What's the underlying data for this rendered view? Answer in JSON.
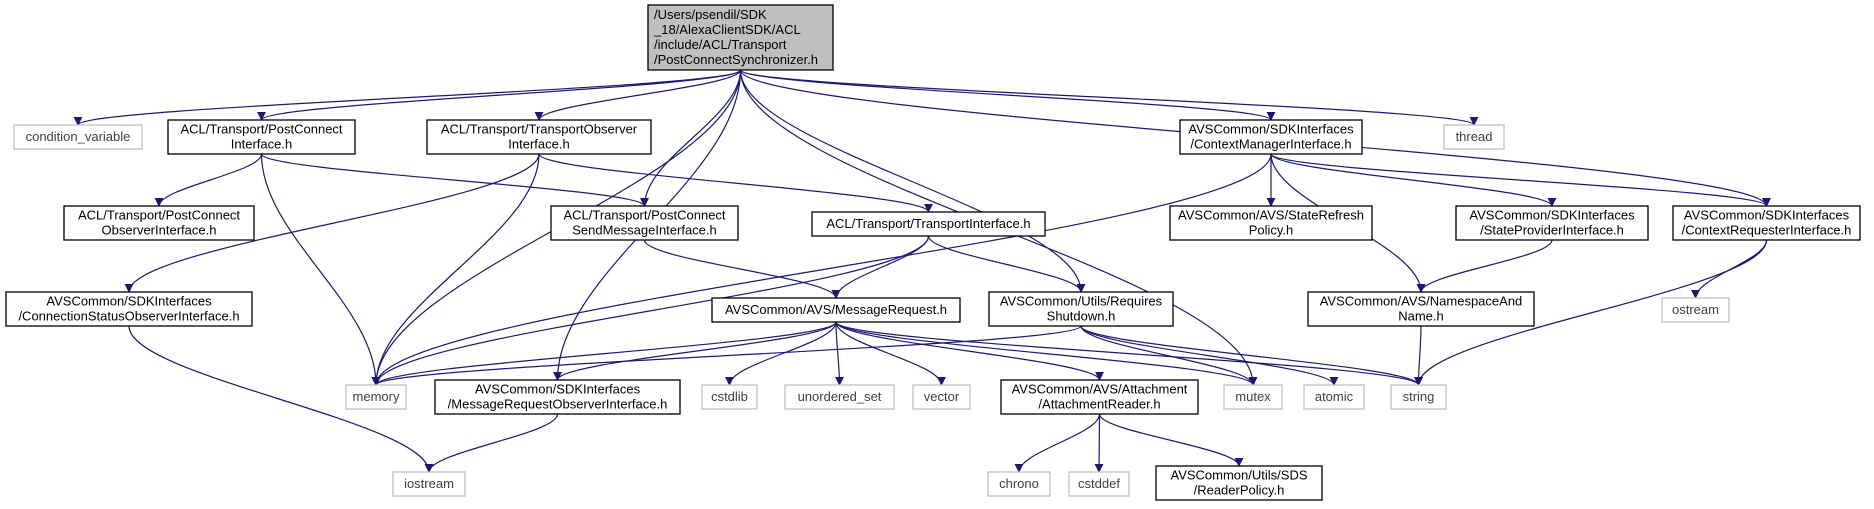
{
  "root": "n_root",
  "nodes": [
    {
      "id": "n_root",
      "kind": "root",
      "lines": [
        "/Users/psendil/SDK",
        "_18/AlexaClientSDK/ACL",
        "/include/ACL/Transport",
        "/PostConnectSynchronizer.h"
      ]
    },
    {
      "id": "n_condvar",
      "kind": "system",
      "lines": [
        "condition_variable"
      ]
    },
    {
      "id": "n_pci",
      "kind": "header",
      "lines": [
        "ACL/Transport/PostConnect",
        "Interface.h"
      ]
    },
    {
      "id": "n_toi",
      "kind": "header",
      "lines": [
        "ACL/Transport/TransportObserver",
        "Interface.h"
      ]
    },
    {
      "id": "n_cmi",
      "kind": "header",
      "lines": [
        "AVSCommon/SDKInterfaces",
        "/ContextManagerInterface.h"
      ]
    },
    {
      "id": "n_thread",
      "kind": "system",
      "lines": [
        "thread"
      ]
    },
    {
      "id": "n_pcoi",
      "kind": "header",
      "lines": [
        "ACL/Transport/PostConnect",
        "ObserverInterface.h"
      ]
    },
    {
      "id": "n_pcsmi",
      "kind": "header",
      "lines": [
        "ACL/Transport/PostConnect",
        "SendMessageInterface.h"
      ]
    },
    {
      "id": "n_ti",
      "kind": "header",
      "lines": [
        "ACL/Transport/TransportInterface.h"
      ]
    },
    {
      "id": "n_srp",
      "kind": "header",
      "lines": [
        "AVSCommon/AVS/StateRefresh",
        "Policy.h"
      ]
    },
    {
      "id": "n_spi",
      "kind": "header",
      "lines": [
        "AVSCommon/SDKInterfaces",
        "/StateProviderInterface.h"
      ]
    },
    {
      "id": "n_cri",
      "kind": "header",
      "lines": [
        "AVSCommon/SDKInterfaces",
        "/ContextRequesterInterface.h"
      ]
    },
    {
      "id": "n_csoi",
      "kind": "header",
      "lines": [
        "AVSCommon/SDKInterfaces",
        "/ConnectionStatusObserverInterface.h"
      ]
    },
    {
      "id": "n_mr",
      "kind": "header",
      "lines": [
        "AVSCommon/AVS/MessageRequest.h"
      ]
    },
    {
      "id": "n_rs",
      "kind": "header",
      "lines": [
        "AVSCommon/Utils/Requires",
        "Shutdown.h"
      ]
    },
    {
      "id": "n_nan",
      "kind": "header",
      "lines": [
        "AVSCommon/AVS/NamespaceAnd",
        "Name.h"
      ]
    },
    {
      "id": "n_ostream",
      "kind": "system",
      "lines": [
        "ostream"
      ]
    },
    {
      "id": "n_memory",
      "kind": "system",
      "lines": [
        "memory"
      ]
    },
    {
      "id": "n_mroi",
      "kind": "header",
      "lines": [
        "AVSCommon/SDKInterfaces",
        "/MessageRequestObserverInterface.h"
      ]
    },
    {
      "id": "n_cstdlib",
      "kind": "system",
      "lines": [
        "cstdlib"
      ]
    },
    {
      "id": "n_uset",
      "kind": "system",
      "lines": [
        "unordered_set"
      ]
    },
    {
      "id": "n_vector",
      "kind": "system",
      "lines": [
        "vector"
      ]
    },
    {
      "id": "n_ar",
      "kind": "header",
      "lines": [
        "AVSCommon/AVS/Attachment",
        "/AttachmentReader.h"
      ]
    },
    {
      "id": "n_mutex",
      "kind": "system",
      "lines": [
        "mutex"
      ]
    },
    {
      "id": "n_atomic",
      "kind": "system",
      "lines": [
        "atomic"
      ]
    },
    {
      "id": "n_string",
      "kind": "system",
      "lines": [
        "string"
      ]
    },
    {
      "id": "n_iostream",
      "kind": "system",
      "lines": [
        "iostream"
      ]
    },
    {
      "id": "n_chrono",
      "kind": "system",
      "lines": [
        "chrono"
      ]
    },
    {
      "id": "n_cstddef",
      "kind": "system",
      "lines": [
        "cstddef"
      ]
    },
    {
      "id": "n_rp",
      "kind": "header",
      "lines": [
        "AVSCommon/Utils/SDS",
        "/ReaderPolicy.h"
      ]
    }
  ],
  "edges": [
    [
      "n_root",
      "n_condvar"
    ],
    [
      "n_root",
      "n_pci"
    ],
    [
      "n_root",
      "n_memory"
    ],
    [
      "n_root",
      "n_toi"
    ],
    [
      "n_root",
      "n_mroi"
    ],
    [
      "n_root",
      "n_pcsmi"
    ],
    [
      "n_root",
      "n_rs"
    ],
    [
      "n_root",
      "n_mutex"
    ],
    [
      "n_root",
      "n_cmi"
    ],
    [
      "n_root",
      "n_cri"
    ],
    [
      "n_root",
      "n_thread"
    ],
    [
      "n_pci",
      "n_pcoi"
    ],
    [
      "n_pci",
      "n_pcsmi"
    ],
    [
      "n_pci",
      "n_memory"
    ],
    [
      "n_toi",
      "n_csoi"
    ],
    [
      "n_toi",
      "n_memory"
    ],
    [
      "n_toi",
      "n_ti"
    ],
    [
      "n_pcsmi",
      "n_mr"
    ],
    [
      "n_ti",
      "n_memory"
    ],
    [
      "n_ti",
      "n_mr"
    ],
    [
      "n_ti",
      "n_rs"
    ],
    [
      "n_cmi",
      "n_memory"
    ],
    [
      "n_cmi",
      "n_srp"
    ],
    [
      "n_cmi",
      "n_nan"
    ],
    [
      "n_cmi",
      "n_spi"
    ],
    [
      "n_cmi",
      "n_cri"
    ],
    [
      "n_spi",
      "n_nan"
    ],
    [
      "n_nan",
      "n_string"
    ],
    [
      "n_cri",
      "n_ostream"
    ],
    [
      "n_cri",
      "n_string"
    ],
    [
      "n_csoi",
      "n_iostream"
    ],
    [
      "n_mr",
      "n_memory"
    ],
    [
      "n_mr",
      "n_mroi"
    ],
    [
      "n_mr",
      "n_cstdlib"
    ],
    [
      "n_mr",
      "n_uset"
    ],
    [
      "n_mr",
      "n_vector"
    ],
    [
      "n_mr",
      "n_ar"
    ],
    [
      "n_mr",
      "n_mutex"
    ],
    [
      "n_mr",
      "n_string"
    ],
    [
      "n_rs",
      "n_memory"
    ],
    [
      "n_rs",
      "n_mutex"
    ],
    [
      "n_rs",
      "n_atomic"
    ],
    [
      "n_rs",
      "n_string"
    ],
    [
      "n_mroi",
      "n_iostream"
    ],
    [
      "n_ar",
      "n_chrono"
    ],
    [
      "n_ar",
      "n_cstddef"
    ],
    [
      "n_ar",
      "n_rp"
    ]
  ],
  "colors": {
    "edge": "#191970",
    "root_fill": "#bfbfbf",
    "header_stroke": "#000000",
    "system_stroke": "#bfbfbf",
    "system_text": "#404040",
    "header_text": "#000000"
  }
}
